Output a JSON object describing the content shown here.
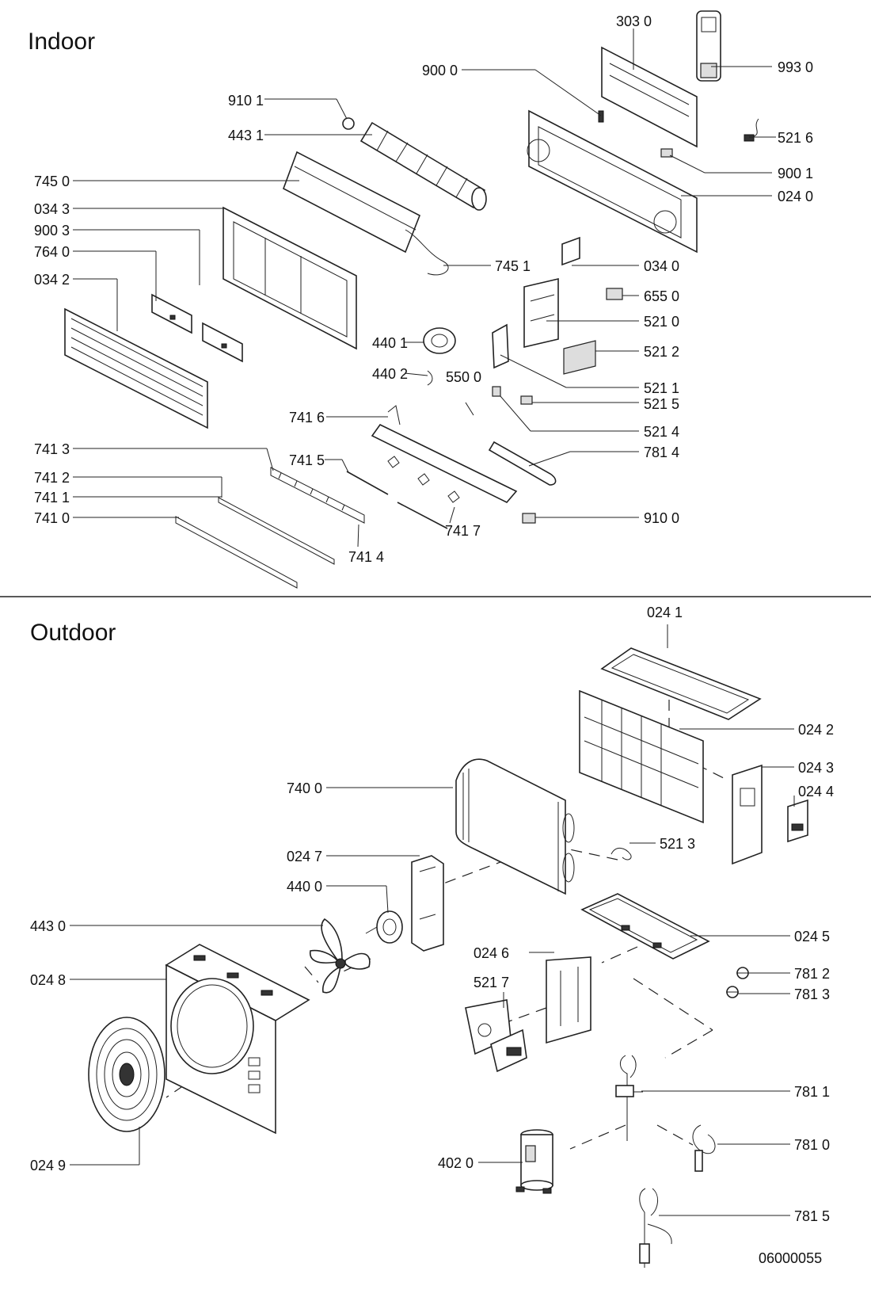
{
  "indoor": {
    "title": "Indoor",
    "labels": {
      "p3030": "303 0",
      "p9930": "993 0",
      "p9000": "900 0",
      "p9101": "910 1",
      "p4431": "443 1",
      "p5216": "521 6",
      "p9001": "900 1",
      "p0240": "024 0",
      "p7450": "745 0",
      "p0343": "034 3",
      "p9003": "900 3",
      "p7640": "764 0",
      "p0342": "034 2",
      "p7451": "745 1",
      "p0340": "034 0",
      "p6550": "655 0",
      "p5210": "521 0",
      "p4401": "440 1",
      "p5212": "521 2",
      "p4402": "440 2",
      "p5500": "550 0",
      "p5211": "521 1",
      "p5215": "521 5",
      "p7416": "741 6",
      "p5214": "521 4",
      "p7814": "781 4",
      "p7413": "741 3",
      "p7415": "741 5",
      "p7412": "741 2",
      "p7411": "741 1",
      "p7410": "741 0",
      "p9100": "910 0",
      "p7417": "741 7",
      "p7414": "741 4"
    }
  },
  "outdoor": {
    "title": "Outdoor",
    "labels": {
      "p0241": "024 1",
      "p0242": "024 2",
      "p0243": "024 3",
      "p0244": "024 4",
      "p7400": "740 0",
      "p5213": "521 3",
      "p0247": "024 7",
      "p4400": "440 0",
      "p4430": "443 0",
      "p0245": "024 5",
      "p0246": "024 6",
      "p7812": "781 2",
      "p0248": "024 8",
      "p5217": "521 7",
      "p7813": "781 3",
      "p7811": "781 1",
      "p0249": "024 9",
      "p4020": "402 0",
      "p7810": "781 0",
      "p7815": "781 5"
    }
  },
  "drawing_number": "06000055"
}
